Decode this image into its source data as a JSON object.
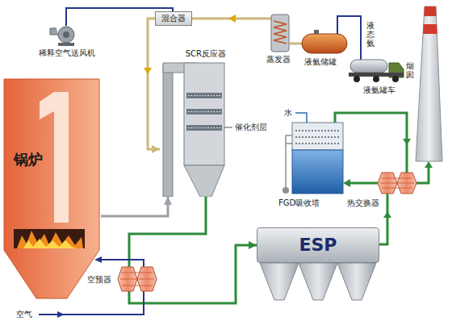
{
  "diagram": {
    "nodes": [
      {
        "text": [
          "锅炉"
        ]
      },
      {
        "text": [
          "混合器"
        ]
      },
      {
        "text": [
          "SCR反应器"
        ]
      },
      {
        "text": [
          "ESP"
        ]
      }
    ],
    "edges": [
      {
        "from": 1,
        "to": 2,
        "arrow": "to"
      },
      {
        "from": 0,
        "to": 2,
        "arrow": "to"
      },
      {
        "from": 2,
        "to": 3,
        "arrow": "to"
      }
    ],
    "labels": [
      "稀释空气送风机",
      "蒸发器",
      "液氨储罐",
      "液态氨",
      "液氨罐车",
      "催化剂层",
      "空预器",
      "空气",
      "水",
      "FGD吸收塔",
      "热交换器",
      "烟囱"
    ]
  }
}
